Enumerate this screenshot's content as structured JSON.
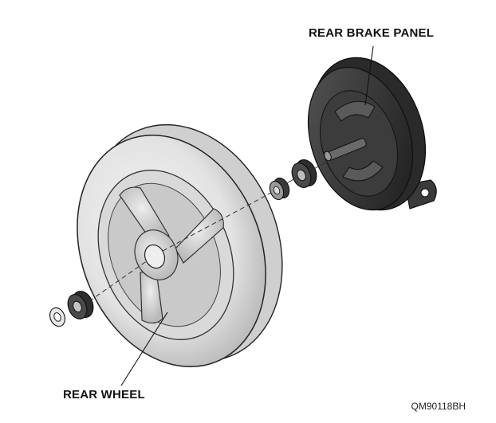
{
  "labels": {
    "brake_panel": "REAR BRAKE PANEL",
    "wheel": "REAR WHEEL",
    "figure_code": "QM90118BH"
  },
  "colors": {
    "tire": "#e4e4e4",
    "tire_shade": "#c7c7c7",
    "hub": "#d2d2d2",
    "panel": "#3b3b3b",
    "panel_dark": "#1f1f1f",
    "outline": "#222222",
    "axis_line": "#333333"
  }
}
